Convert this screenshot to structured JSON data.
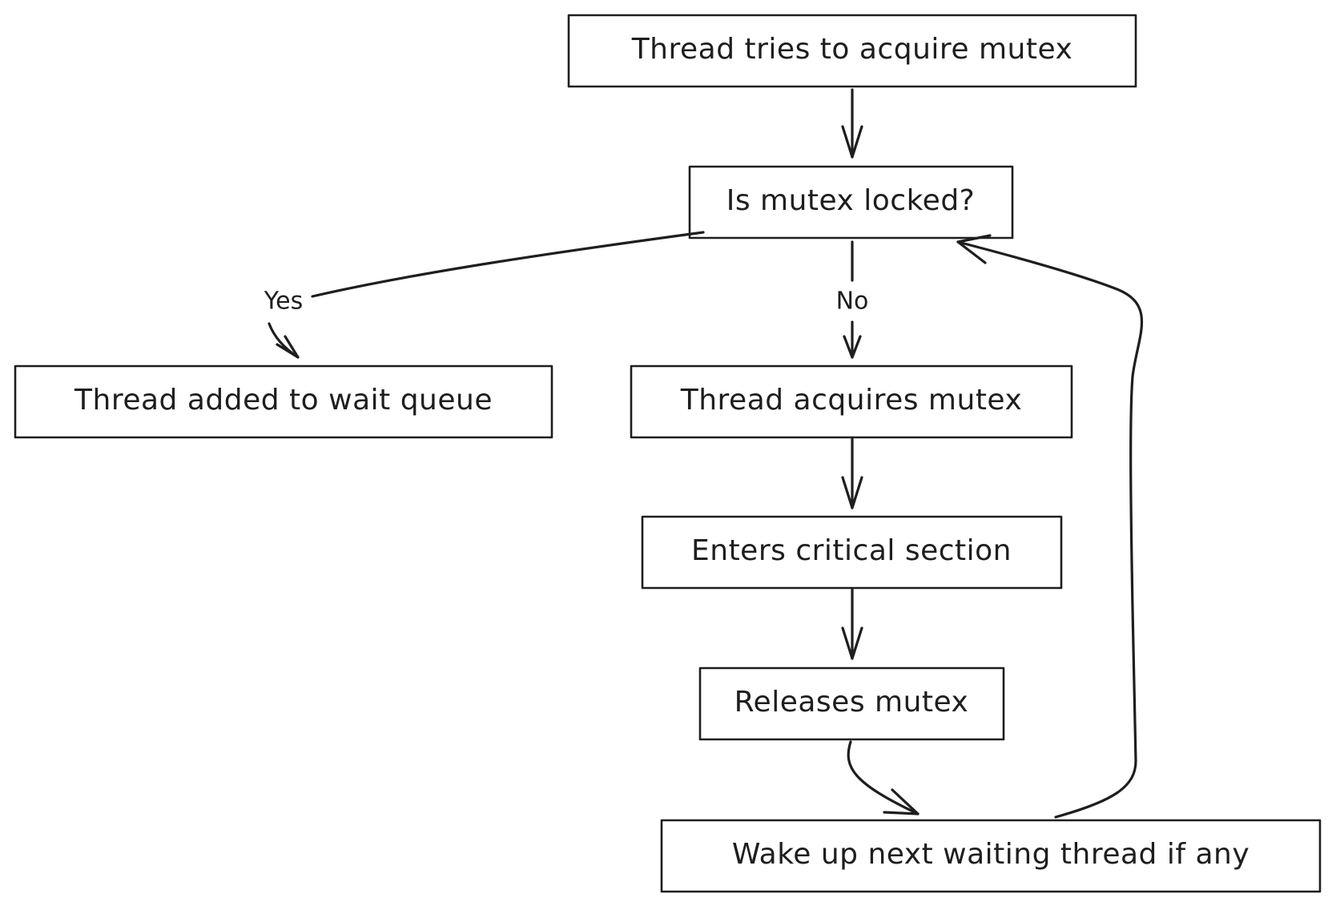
{
  "diagram": {
    "nodes": {
      "try_acquire": {
        "label": "Thread tries to acquire mutex"
      },
      "is_locked": {
        "label": "Is mutex locked?"
      },
      "wait_queue": {
        "label": "Thread added to wait queue"
      },
      "acquires": {
        "label": "Thread acquires mutex"
      },
      "critical": {
        "label": "Enters critical section"
      },
      "releases": {
        "label": "Releases mutex"
      },
      "wake_up": {
        "label": "Wake up next waiting thread if any"
      }
    },
    "edges": {
      "yes_label": "Yes",
      "no_label": "No"
    },
    "colors": {
      "stroke": "#1e1e1e",
      "background": "#ffffff"
    }
  }
}
